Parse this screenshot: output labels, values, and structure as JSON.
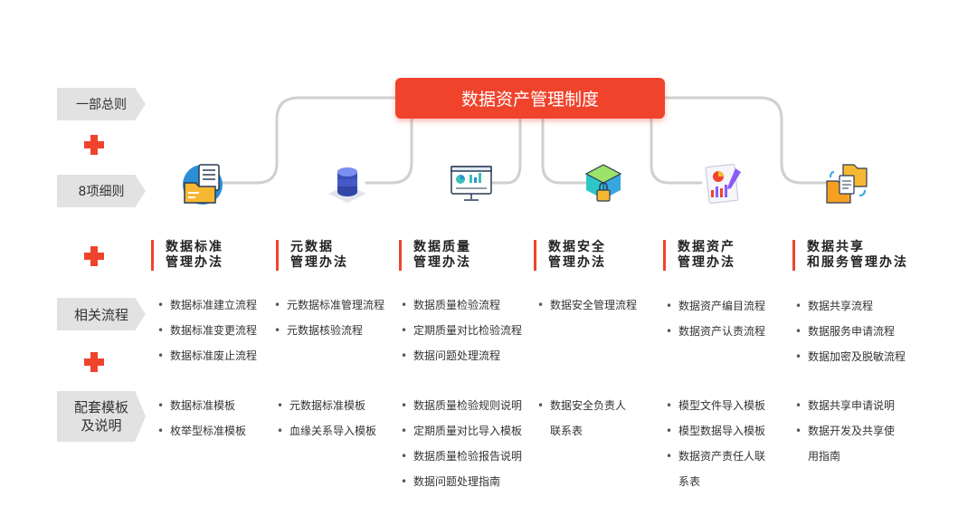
{
  "title": "数据资产管理制度",
  "row_labels": [
    "一部总则",
    "8项细则",
    "相关流程",
    "配套模板",
    "及说明"
  ],
  "columns": [
    {
      "icon": "folder-document-icon",
      "title": [
        "数据标准",
        "管理办法"
      ],
      "processes": [
        "数据标准建立流程",
        "数据标准变更流程",
        "数据标准废止流程"
      ],
      "templates": [
        "数据标准模板",
        "枚举型标准模板"
      ]
    },
    {
      "icon": "database-icon",
      "title": [
        "元数据",
        "管理办法"
      ],
      "processes": [
        "元数据标准管理流程",
        "元数据核验流程"
      ],
      "templates": [
        "元数据标准模板",
        "血缘关系导入模板"
      ]
    },
    {
      "icon": "dashboard-monitor-icon",
      "title": [
        "数据质量",
        "管理办法"
      ],
      "processes": [
        "数据质量检验流程",
        "定期质量对比检验流程",
        "数据问题处理流程"
      ],
      "templates": [
        "数据质量检验规则说明",
        "定期质量对比导入模板",
        "数据质量检验报告说明",
        "数据问题处理指南"
      ]
    },
    {
      "icon": "security-cube-lock-icon",
      "title": [
        "数据安全",
        "管理办法"
      ],
      "processes": [
        "数据安全管理流程"
      ],
      "templates": [
        "数据安全负责人",
        "联系表"
      ]
    },
    {
      "icon": "report-chart-icon",
      "title": [
        "数据资产",
        "管理办法"
      ],
      "processes": [
        "数据资产编目流程",
        "数据资产认责流程"
      ],
      "templates": [
        "模型文件导入模板",
        "模型数据导入模板",
        "数据资产责任人联",
        "系表"
      ]
    },
    {
      "icon": "file-share-icon",
      "title": [
        "数据共享",
        "和服务管理办法"
      ],
      "processes": [
        "数据共享流程",
        "数据服务申请流程",
        "数据加密及脱敏流程"
      ],
      "templates": [
        "数据共享申请说明",
        "数据开发及共享使",
        "用指南"
      ]
    }
  ]
}
